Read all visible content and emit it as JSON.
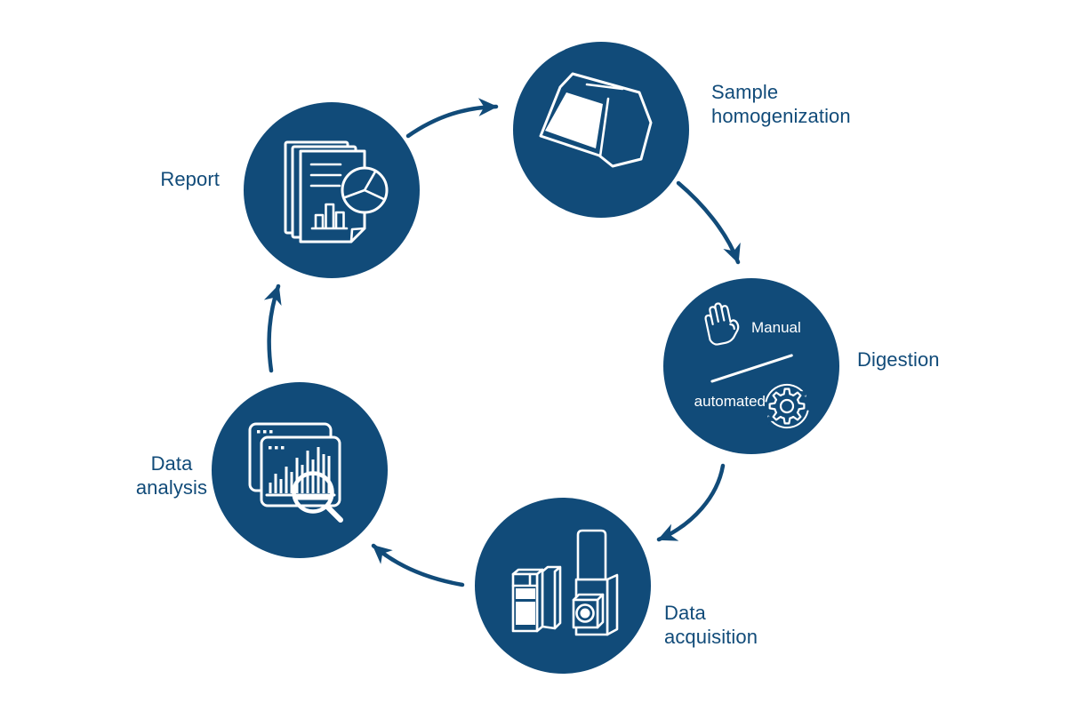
{
  "diagram": {
    "type": "circular-workflow",
    "steps": [
      {
        "id": "sample-homogenization",
        "label": "Sample\nhomogenization",
        "icon": "homogenizer-device-icon"
      },
      {
        "id": "digestion",
        "label": "Digestion",
        "icon": "hand-icon / gear-sync-icon",
        "options": {
          "manual": "Manual",
          "automated": "automated"
        }
      },
      {
        "id": "data-acquisition",
        "label": "Data\nacquisition",
        "icon": "mass-spectrometer-icon"
      },
      {
        "id": "data-analysis",
        "label": "Data\nanalysis",
        "icon": "windows-chart-magnifier-icon"
      },
      {
        "id": "report",
        "label": "Report",
        "icon": "report-documents-pie-icon"
      }
    ],
    "icons": {
      "sample_homogenization": "homogenizer-device-icon",
      "digestion_manual": "hand-icon",
      "digestion_automated": "gear-sync-icon",
      "data_acquisition": "mass-spectrometer-icon",
      "data_analysis": "windows-chart-magnifier-icon",
      "report": "report-documents-pie-icon"
    },
    "colors": {
      "circle_fill": "#114B79",
      "arrow": "#114B79",
      "label_text": "#114B79",
      "icon_stroke": "#FFFFFF",
      "background": "#FFFFFF"
    }
  }
}
